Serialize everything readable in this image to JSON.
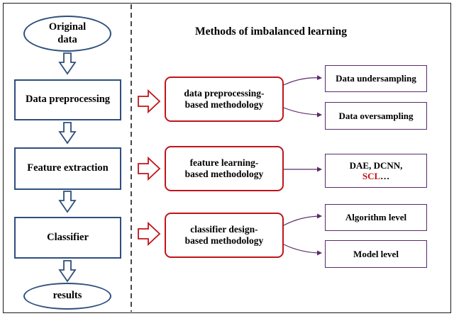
{
  "colors": {
    "left_pipeline": "#2e4f7e",
    "methods": "#c0141a",
    "leaves": "#5a2a6a",
    "highlight_text": "#c0141a"
  },
  "pipeline": {
    "start": [
      "Original",
      "data"
    ],
    "steps": [
      "Data preprocessing",
      "Feature extraction",
      "Classifier"
    ],
    "end": "results"
  },
  "methods_title": "Methods of imbalanced learning",
  "methods": [
    {
      "lines": [
        "data preprocessing-",
        "based methodology"
      ],
      "leaves": [
        {
          "text": "Data undersampling"
        },
        {
          "text": "Data oversampling"
        }
      ]
    },
    {
      "lines": [
        "feature learning-",
        "based methodology"
      ],
      "leaves": [
        {
          "line1": "DAE, DCNN,",
          "line2_highlight": "SCL",
          "line2_rest": "…"
        }
      ]
    },
    {
      "lines": [
        "classifier design-",
        "based methodology"
      ],
      "leaves": [
        {
          "text": "Algorithm level"
        },
        {
          "text": "Model level"
        }
      ]
    }
  ]
}
